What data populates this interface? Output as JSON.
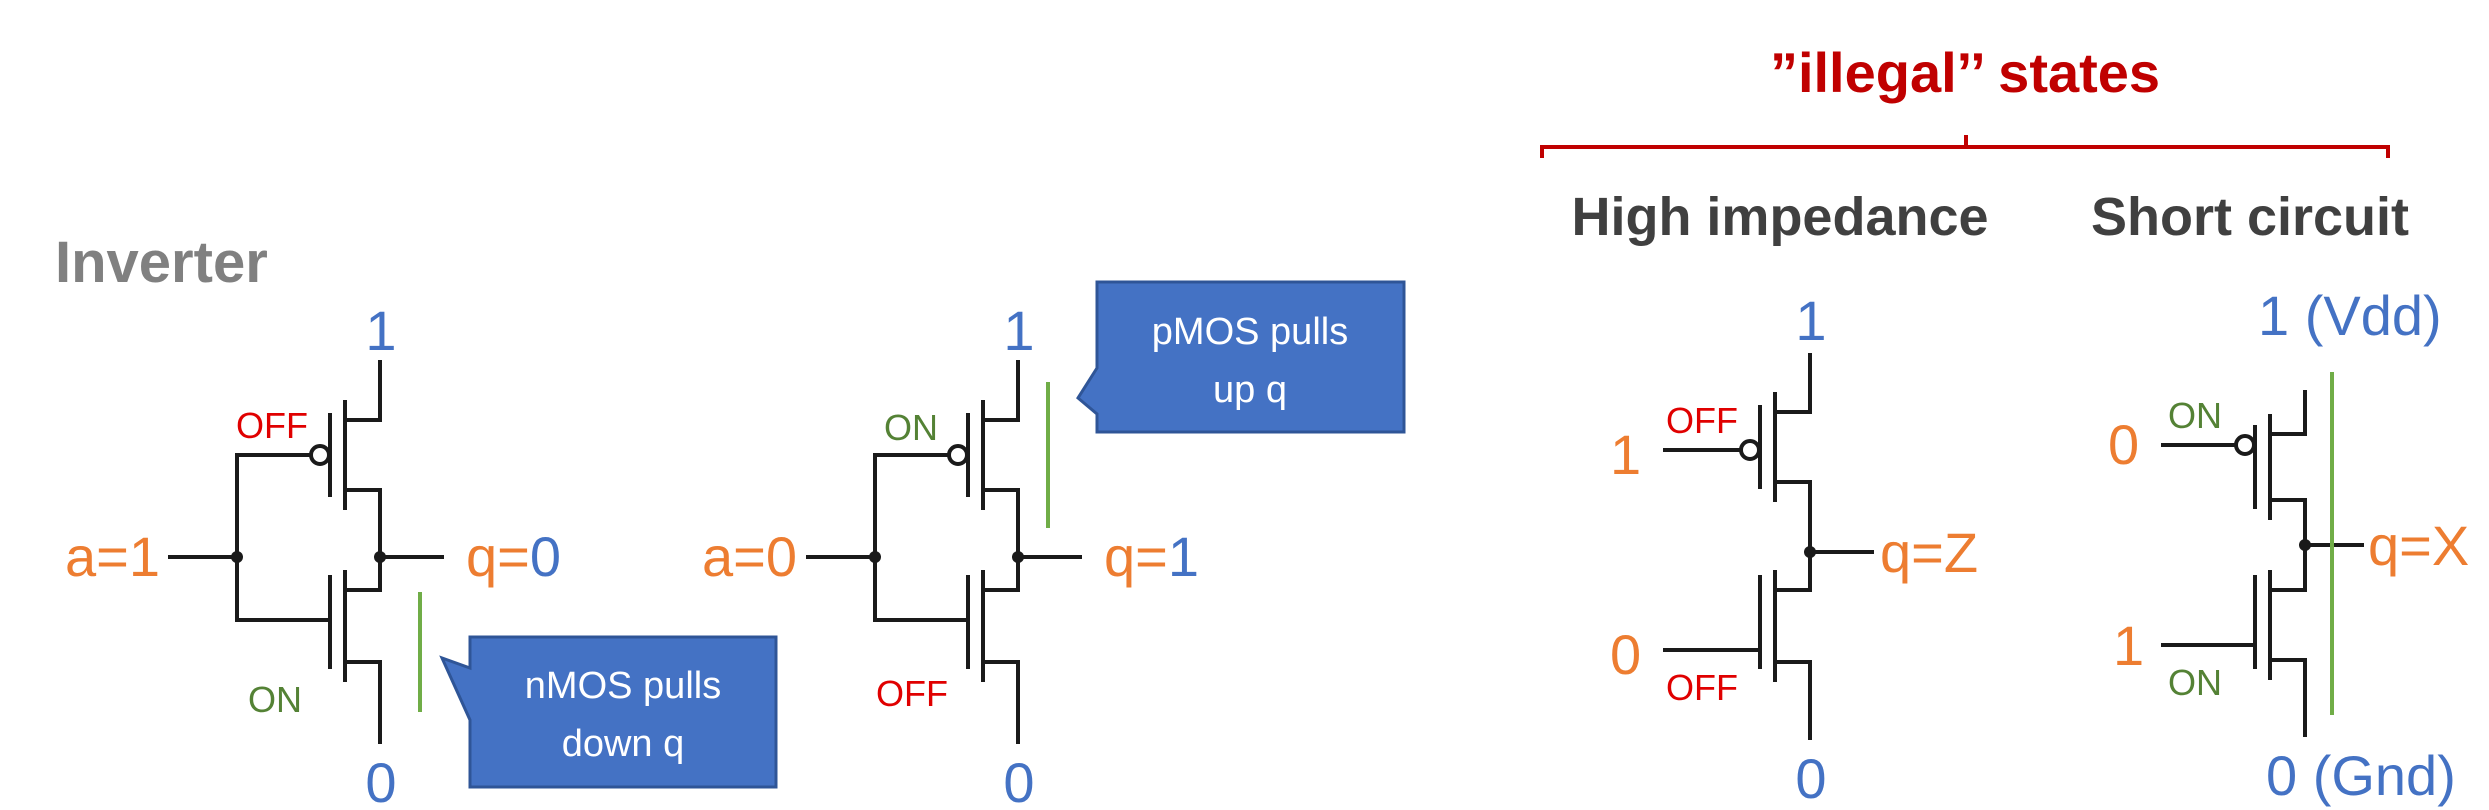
{
  "colors": {
    "orange": "#ed7d31",
    "blue": "#4472c4",
    "red": "#e00000",
    "dark_red": "#c00000",
    "green": "#548235",
    "gray": "#808080",
    "dark": "#404040",
    "wire": "#1a1a1a",
    "line_green": "#70ad47",
    "callout_fill": "#4472c4",
    "callout_stroke": "#2f5597",
    "callout_text": "#ffffff"
  },
  "title": "Inverter",
  "illegal_label": "”illegal’’ states",
  "circuits": [
    {
      "id": "inverter-a1",
      "vdd": "1",
      "gnd": "0",
      "input_var": "a=",
      "input_val": "1",
      "output_var": "q=",
      "output_val": "0",
      "pmos_state": "OFF",
      "nmos_state": "ON",
      "callout_line1": "nMOS pulls",
      "callout_line2": "down q"
    },
    {
      "id": "inverter-a0",
      "vdd": "1",
      "gnd": "0",
      "input_var": "a=",
      "input_val": "0",
      "output_var": "q=",
      "output_val": "1",
      "pmos_state": "ON",
      "nmos_state": "OFF",
      "callout_line1": "pMOS pulls",
      "callout_line2": "up q"
    },
    {
      "id": "high-impedance",
      "heading": "High impedance",
      "vdd": "1",
      "gnd": "0",
      "pmos_gate": "1",
      "nmos_gate": "0",
      "pmos_state": "OFF",
      "nmos_state": "OFF",
      "output": "q=Z"
    },
    {
      "id": "short-circuit",
      "heading": "Short circuit",
      "vdd": "1 (Vdd)",
      "gnd": "0 (Gnd)",
      "pmos_gate": "0",
      "nmos_gate": "1",
      "pmos_state": "ON",
      "nmos_state": "ON",
      "output": "q=X"
    }
  ]
}
